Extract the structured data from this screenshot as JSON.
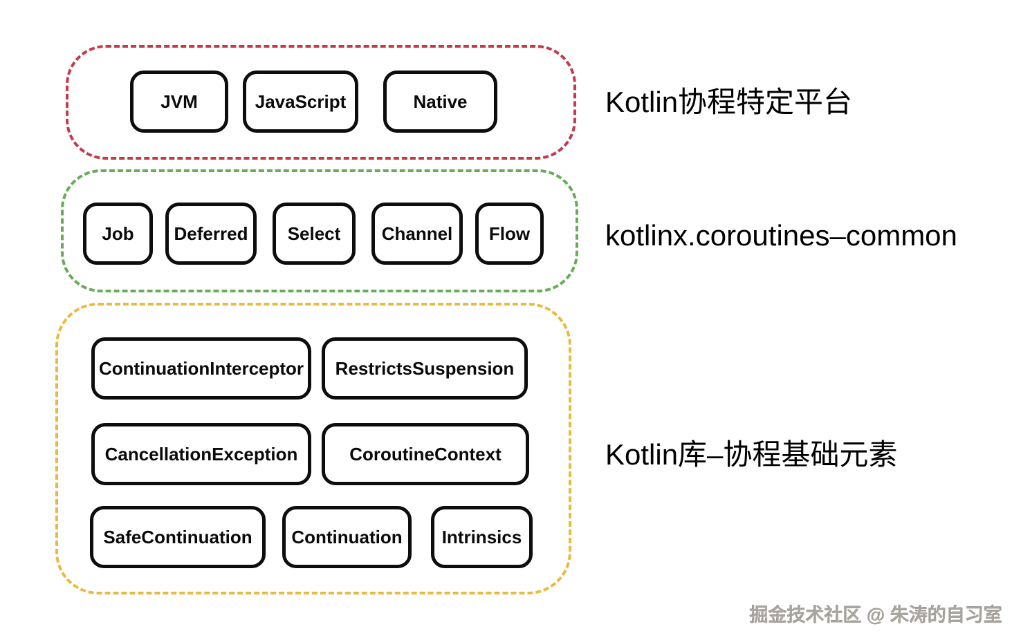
{
  "diagram": {
    "sections": [
      {
        "label": "Kotlin协程特定平台",
        "border_color": "#c5394b",
        "rows": [
          [
            "JVM",
            "JavaScript",
            "Native"
          ]
        ]
      },
      {
        "label": "kotlinx.coroutines–common",
        "border_color": "#68ab59",
        "rows": [
          [
            "Job",
            "Deferred",
            "Select",
            "Channel",
            "Flow"
          ]
        ]
      },
      {
        "label": "Kotlin库–协程基础元素",
        "border_color": "#e9ba3e",
        "rows": [
          [
            "ContinuationInterceptor",
            "RestrictsSuspension"
          ],
          [
            "CancellationException",
            "CoroutineContext"
          ],
          [
            "SafeContinuation",
            "Continuation",
            "Intrinsics"
          ]
        ]
      }
    ],
    "watermark": "掘金技术社区 @ 朱涛的自习室"
  }
}
